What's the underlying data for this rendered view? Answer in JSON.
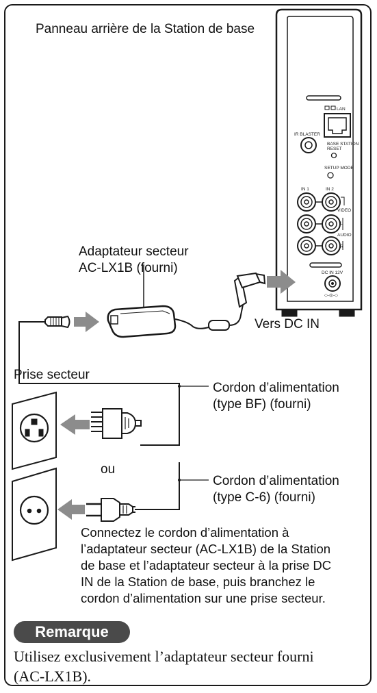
{
  "title": "Panneau arrière de la Station de base",
  "adapter_label": [
    "Adaptateur secteur",
    "AC-LX1B (fourni)"
  ],
  "dc_in_label": "Vers DC IN",
  "outlet_label": "Prise secteur",
  "cord_bf_label": [
    "Cordon d’alimentation",
    "(type BF) (fourni)"
  ],
  "or_label": "ou",
  "cord_c6_label": [
    "Cordon d’alimentation",
    "(type C-6) (fourni)"
  ],
  "panel_labels": {
    "lan": "LAN",
    "ir_blaster": "IR BLASTER",
    "reset": [
      "BASE STATION",
      "RESET"
    ],
    "setup_mode": "SETUP MODE",
    "in1": "IN 1",
    "in2": "IN 2",
    "video": "VIDEO",
    "audio": "AUDIO",
    "l": "L",
    "r": "R",
    "dc_in_12v": "DC IN 12V"
  },
  "instructions": [
    "Connectez le cordon d’alimentation à",
    "l’adaptateur secteur (AC-LX1B) de la Station",
    "de base et l’adaptateur secteur à la prise DC",
    "IN de la Station de base, puis branchez le",
    "cordon d’alimentation sur une prise secteur."
  ],
  "remark_badge": "Remarque",
  "remark_text": [
    "Utilisez exclusivement l’adaptateur secteur fourni",
    "(AC-LX1B)."
  ],
  "colors": {
    "arrow": "#8c8c8c",
    "badge": "#4a4a4a",
    "line": "#1a1a1a"
  }
}
